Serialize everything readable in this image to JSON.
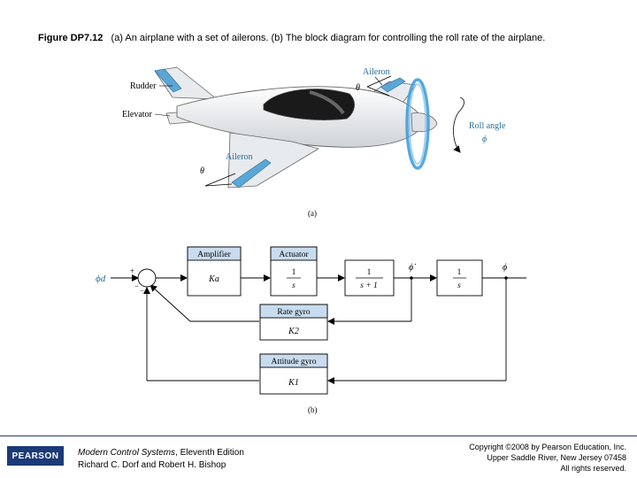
{
  "caption": {
    "label": "Figure DP7.12",
    "text": "(a) An airplane with a set of ailerons. (b) The block diagram for controlling the roll rate of the airplane."
  },
  "airplane": {
    "rudder": "Rudder",
    "elevator": "Elevator",
    "aileron_top": "Aileron",
    "aileron_bottom": "Aileron",
    "theta_top": "θ",
    "theta_bottom": "θ",
    "roll_angle": "Roll angle",
    "phi": "ϕ",
    "sublabel": "(a)"
  },
  "block_diagram": {
    "input": "ϕd",
    "plus": "+",
    "minus1": "−",
    "minus2": "−",
    "amplifier_title": "Amplifier",
    "amplifier_gain": "Ka",
    "actuator_title": "Actuator",
    "actuator_num": "1",
    "actuator_den": "s",
    "plant1_num": "1",
    "plant1_den": "s + 1",
    "plant2_num": "1",
    "plant2_den": "s",
    "phi_dot": "ϕ̇",
    "phi_out": "ϕ",
    "rate_gyro_title": "Rate gyro",
    "rate_gyro_gain": "K2",
    "attitude_gyro_title": "Attitude gyro",
    "attitude_gyro_gain": "K1",
    "sublabel": "(b)"
  },
  "footer": {
    "logo": "PEARSON",
    "book_title": "Modern Control Systems",
    "book_edition": ", Eleventh Edition",
    "authors": "Richard C. Dorf and Robert H. Bishop",
    "copyright_line1": "Copyright ©2008 by Pearson Education, Inc.",
    "copyright_line2": "Upper Saddle River, New Jersey 07458",
    "copyright_line3": "All rights reserved."
  }
}
